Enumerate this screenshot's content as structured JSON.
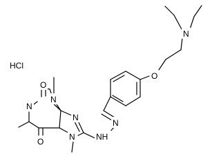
{
  "molecule": {
    "salt": "HCl",
    "atoms": {
      "n_amine": "N",
      "o_ether": "O",
      "n_imine": "N",
      "nh_hydrazone": "NH",
      "o_carbonyl_top": "O",
      "o_carbonyl_bottom": "O",
      "n1": "N",
      "n3": "N",
      "n7": "N",
      "n9": "N"
    }
  }
}
